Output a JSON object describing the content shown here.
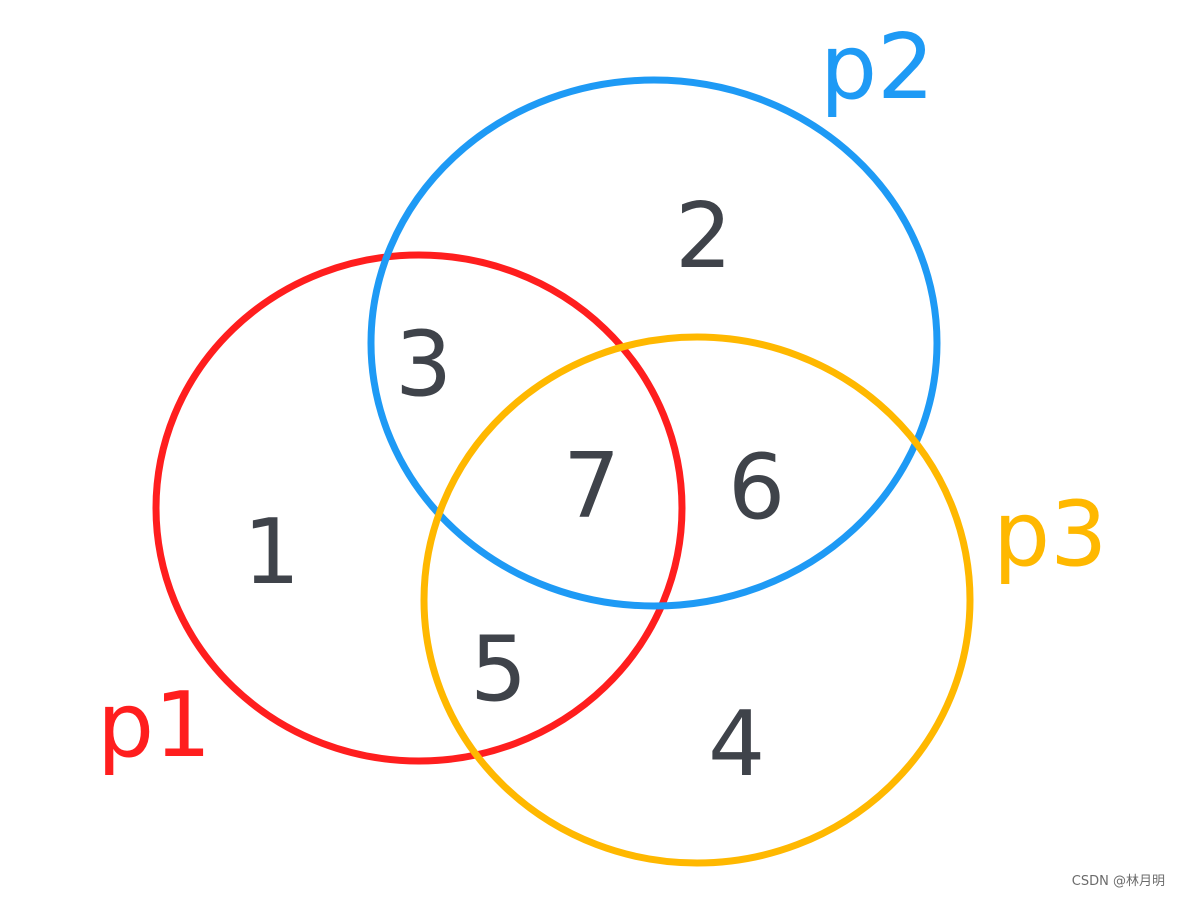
{
  "sets": [
    {
      "id": "p1",
      "label": "p1",
      "color": "#ff1e1e"
    },
    {
      "id": "p2",
      "label": "p2",
      "color": "#1e9af5"
    },
    {
      "id": "p3",
      "label": "p3",
      "color": "#ffb800"
    }
  ],
  "regions": [
    {
      "id": "only-p1",
      "label": "1"
    },
    {
      "id": "only-p2",
      "label": "2"
    },
    {
      "id": "p1-and-p2",
      "label": "3"
    },
    {
      "id": "only-p3",
      "label": "4"
    },
    {
      "id": "p1-and-p3",
      "label": "5"
    },
    {
      "id": "p2-and-p3",
      "label": "6"
    },
    {
      "id": "all-three",
      "label": "7"
    }
  ],
  "text_color": "#3f434a",
  "watermark": "CSDN @林月明"
}
